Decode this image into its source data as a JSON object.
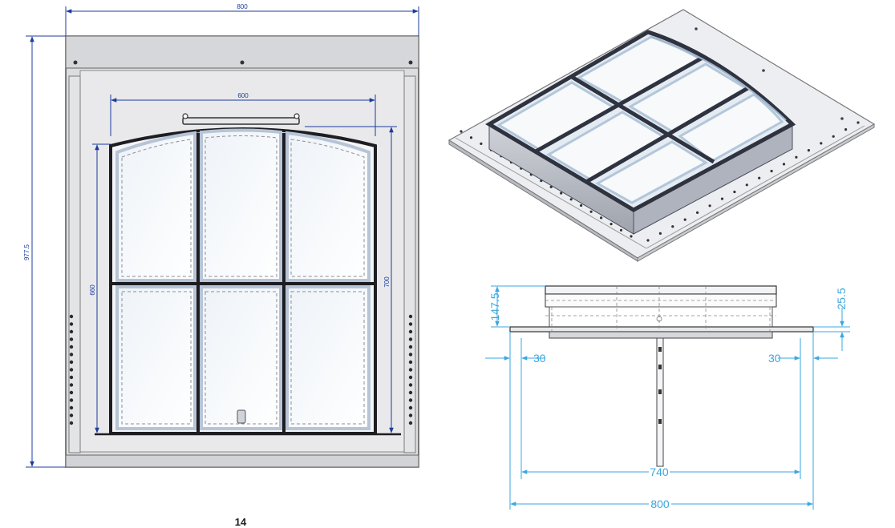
{
  "front_view": {
    "width_dim": "800",
    "height_dim": "977.5",
    "opening_width_dim": "600",
    "opening_height_left_dim": "660",
    "opening_height_right_dim": "700"
  },
  "section_view": {
    "height_dim": "147.5",
    "flange_dim": "25.5",
    "left_offset_dim": "30",
    "right_offset_dim": "30",
    "inner_width_dim": "740",
    "outer_width_dim": "800"
  },
  "page_number": "14",
  "colors": {
    "dim_blue_dark": "#1c3c9c",
    "dim_blue_light": "#3aa7e0",
    "frame_dark": "#2f3340",
    "plate_grey": "#d9dadd",
    "glass_tint": "#dfe9f3"
  }
}
